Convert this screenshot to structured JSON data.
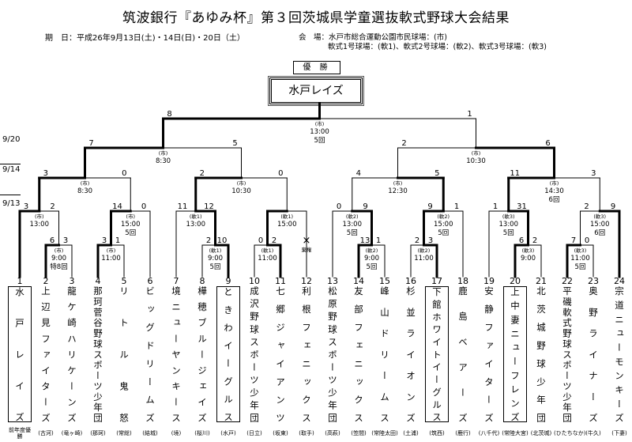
{
  "header": {
    "title": "筑波銀行『あゆみ杯』第３回茨城県学童選抜軟式野球大会結果",
    "dates": "期　日：平成26年9月13日(土)・14日(日)・20日（土）",
    "venue_line1": "会　場：水戸市総合運動公園市民球場：(市)",
    "venue_line2": "軟式1号球場：(軟1)、軟式2号球場：(軟2)、軟式3号球場：(軟3)"
  },
  "champion": {
    "label": "優 勝",
    "team": "水戸レイズ"
  },
  "round_dates": [
    "9/20",
    "9/14",
    "9/13"
  ],
  "teams": [
    {
      "no": "1",
      "name": "水戸レイズ",
      "region": "",
      "boxed": true,
      "note": "前年度優勝"
    },
    {
      "no": "2",
      "name": "上辺見ファイターズ",
      "region": "(古河)"
    },
    {
      "no": "3",
      "name": "龍ケ崎ハリケーンズ",
      "region": "(竜ヶ崎)"
    },
    {
      "no": "4",
      "name": "那珂菅谷野球スポーツ少年団",
      "region": "(那珂)"
    },
    {
      "no": "5",
      "name": "リトル鬼怒",
      "region": "(常総)"
    },
    {
      "no": "6",
      "name": "ビッグドリームズ",
      "region": "(結城)"
    },
    {
      "no": "7",
      "name": "境ニューヤンキース",
      "region": "(境)"
    },
    {
      "no": "8",
      "name": "樺穂ブルージェイズ",
      "region": "(桜川)"
    },
    {
      "no": "9",
      "name": "ときわイーグルス",
      "region": "(水戸)",
      "boxed": true
    },
    {
      "no": "10",
      "name": "成沢野球スポーツ少年団",
      "region": "(日立)"
    },
    {
      "no": "11",
      "name": "七郷ジャイアンツ",
      "region": "(坂東)"
    },
    {
      "no": "12",
      "name": "利根フェニックス",
      "region": "(取手)",
      "forfeit": "棄権"
    },
    {
      "no": "13",
      "name": "松原野球スポーツ少年団",
      "region": "(高萩)"
    },
    {
      "no": "14",
      "name": "友部フェニックス",
      "region": "(笠間)"
    },
    {
      "no": "15",
      "name": "峰山ドリームス",
      "region": "(常陸太田)"
    },
    {
      "no": "16",
      "name": "杉並ライオンズ",
      "region": "(土浦)"
    },
    {
      "no": "17",
      "name": "下館ホワイトイーグルス",
      "region": "(筑西)",
      "boxed": true
    },
    {
      "no": "18",
      "name": "鹿島ベアーズ",
      "region": "(鹿行)"
    },
    {
      "no": "19",
      "name": "安静ファイターズ",
      "region": "(八千代)"
    },
    {
      "no": "20",
      "name": "上中妻ニューフレンズ",
      "region": "(常陸大宮)",
      "boxed": true
    },
    {
      "no": "21",
      "name": "北茨城野球少年団",
      "region": "(北茨城)"
    },
    {
      "no": "22",
      "name": "平磯軟式野球スポーツ少年団",
      "region": "(ひたちなか)"
    },
    {
      "no": "23",
      "name": "奥野ライナーズ",
      "region": "(牛久)"
    },
    {
      "no": "24",
      "name": "宗道ニューモンキーズ",
      "region": "(下妻)"
    }
  ],
  "bracket": {
    "venue": "(市)",
    "time": "13:00",
    "note": "5回",
    "score": [
      8,
      1
    ],
    "winner": 0,
    "children": [
      {
        "venue": "(市)",
        "time": "8:30",
        "score": [
          7,
          5
        ],
        "winner": 0,
        "children": [
          {
            "venue": "(市)",
            "time": "8:30",
            "score": [
              3,
              0
            ],
            "winner": 0,
            "children": [
              {
                "venue": "(市)",
                "time": "13:00",
                "score": [
                  3,
                  2
                ],
                "winner": 0,
                "children": [
                  1,
                  {
                    "venue": "(市)",
                    "time": "9:00",
                    "note": "特8回",
                    "score": [
                      6,
                      3
                    ],
                    "winner": 0,
                    "children": [
                      2,
                      3
                    ]
                  }
                ]
              },
              {
                "venue": "(市)",
                "time": "15:00",
                "note": "5回",
                "score": [
                  14,
                  0
                ],
                "winner": 0,
                "children": [
                  {
                    "venue": "(市)",
                    "time": "11:00",
                    "score": [
                      3,
                      1
                    ],
                    "winner": 0,
                    "children": [
                      4,
                      5
                    ]
                  },
                  6
                ]
              }
            ]
          },
          {
            "venue": "(市)",
            "time": "10:30",
            "score": [
              2,
              0
            ],
            "winner": 0,
            "children": [
              {
                "venue": "(軟1)",
                "time": "13:00",
                "score": [
                  11,
                  12
                ],
                "winner": 1,
                "children": [
                  7,
                  {
                    "venue": "(軟1)",
                    "time": "9:00",
                    "note": "5回",
                    "score": [
                      2,
                      10
                    ],
                    "winner": 1,
                    "children": [
                      8,
                      9
                    ]
                  }
                ]
              },
              {
                "venue": "(軟1)",
                "time": "15:00",
                "score": [
                  "",
                  ""
                ],
                "winner": 0,
                "children": [
                  {
                    "venue": "(軟1)",
                    "time": "11:00",
                    "score": [
                      0,
                      2
                    ],
                    "winner": 1,
                    "children": [
                      10,
                      11
                    ]
                  },
                  12
                ]
              }
            ]
          }
        ]
      },
      {
        "venue": "(市)",
        "time": "10:30",
        "score": [
          2,
          6
        ],
        "winner": 1,
        "children": [
          {
            "venue": "(市)",
            "time": "12:30",
            "score": [
              4,
              5
            ],
            "winner": 1,
            "children": [
              {
                "venue": "(軟2)",
                "time": "13:00",
                "note": "5回",
                "score": [
                  0,
                  9
                ],
                "winner": 1,
                "children": [
                  13,
                  {
                    "venue": "(軟2)",
                    "time": "9:00",
                    "note": "5回",
                    "score": [
                      13,
                      1
                    ],
                    "winner": 0,
                    "children": [
                      14,
                      15
                    ]
                  }
                ]
              },
              {
                "venue": "(軟2)",
                "time": "15:00",
                "note": "5回",
                "score": [
                  9,
                  1
                ],
                "winner": 0,
                "children": [
                  {
                    "venue": "(軟2)",
                    "time": "11:00",
                    "score": [
                      2,
                      3
                    ],
                    "winner": 1,
                    "children": [
                      16,
                      17
                    ]
                  },
                  18
                ]
              }
            ]
          },
          {
            "venue": "(市)",
            "time": "14:30",
            "note": "6回",
            "score": [
              11,
              3
            ],
            "winner": 0,
            "children": [
              {
                "venue": "(軟3)",
                "time": "13:00",
                "note": "5回",
                "score": [
                  1,
                  31
                ],
                "winner": 1,
                "children": [
                  19,
                  {
                    "venue": "(軟3)",
                    "time": "9:00",
                    "score": [
                      6,
                      2
                    ],
                    "winner": 0,
                    "children": [
                      20,
                      21
                    ]
                  }
                ]
              },
              {
                "venue": "(軟3)",
                "time": "15:00",
                "note": "6回",
                "score": [
                  2,
                  9
                ],
                "winner": 1,
                "children": [
                  {
                    "venue": "(軟3)",
                    "time": "11:00",
                    "note": "5回",
                    "score": [
                      7,
                      0
                    ],
                    "winner": 0,
                    "children": [
                      22,
                      23
                    ]
                  },
                  24
                ]
              }
            ]
          }
        ]
      }
    ]
  }
}
